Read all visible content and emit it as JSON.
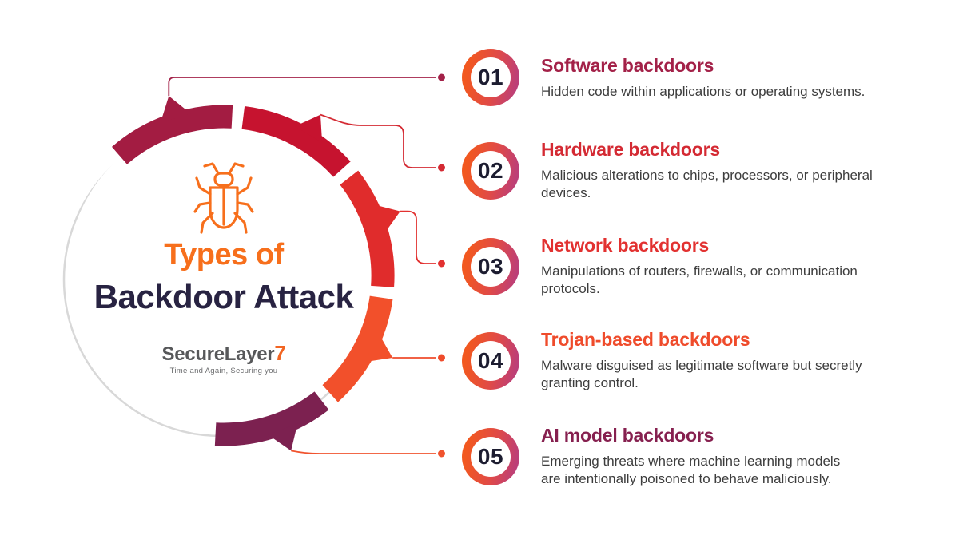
{
  "page": {
    "background_color": "#ffffff"
  },
  "center": {
    "bug_color": "#f76f1c",
    "title_line1": "Types of",
    "title_line1_color": "#f76f1c",
    "title_line2": "Backdoor Attack",
    "title_line2_color": "#282342",
    "logo": {
      "wordmark": "SecureLayer",
      "seven": "7",
      "wordmark_color": "#57585a",
      "seven_color": "#f26522",
      "tagline": "Time and Again, Securing you"
    }
  },
  "ring": {
    "segments": [
      {
        "name": "segment-1",
        "color": "#a31c42"
      },
      {
        "name": "segment-2",
        "color": "#c6132f"
      },
      {
        "name": "segment-3",
        "color": "#e02c2c"
      },
      {
        "name": "segment-4",
        "color": "#f2502b"
      },
      {
        "name": "segment-5",
        "color": "#7c2150"
      }
    ]
  },
  "items": [
    {
      "number": "01",
      "title": "Software backdoors",
      "title_color": "#a32148",
      "accent_color": "#a32148",
      "description": "Hidden code within applications or operating systems."
    },
    {
      "number": "02",
      "title": "Hardware backdoors",
      "title_color": "#d42a33",
      "accent_color": "#d42a33",
      "description": "Malicious alterations to chips, processors, or peripheral\ndevices."
    },
    {
      "number": "03",
      "title": "Network backdoors",
      "title_color": "#e23130",
      "accent_color": "#e23130",
      "description": "Manipulations of routers, firewalls, or communication\nprotocols."
    },
    {
      "number": "04",
      "title": "Trojan-based backdoors",
      "title_color": "#ef4b2b",
      "accent_color": "#ef4b2b",
      "description": "Malware disguised as legitimate software but secretly\ngranting control."
    },
    {
      "number": "05",
      "title": "AI model backdoors",
      "title_color": "#86204f",
      "accent_color": "#f0532e",
      "description": "Emerging threats where machine learning models\nare intentionally poisoned to behave maliciously."
    }
  ],
  "number_badge": {
    "gradient": [
      "#f2581f",
      "#bc3f78"
    ],
    "number_color": "#1c1c30"
  }
}
